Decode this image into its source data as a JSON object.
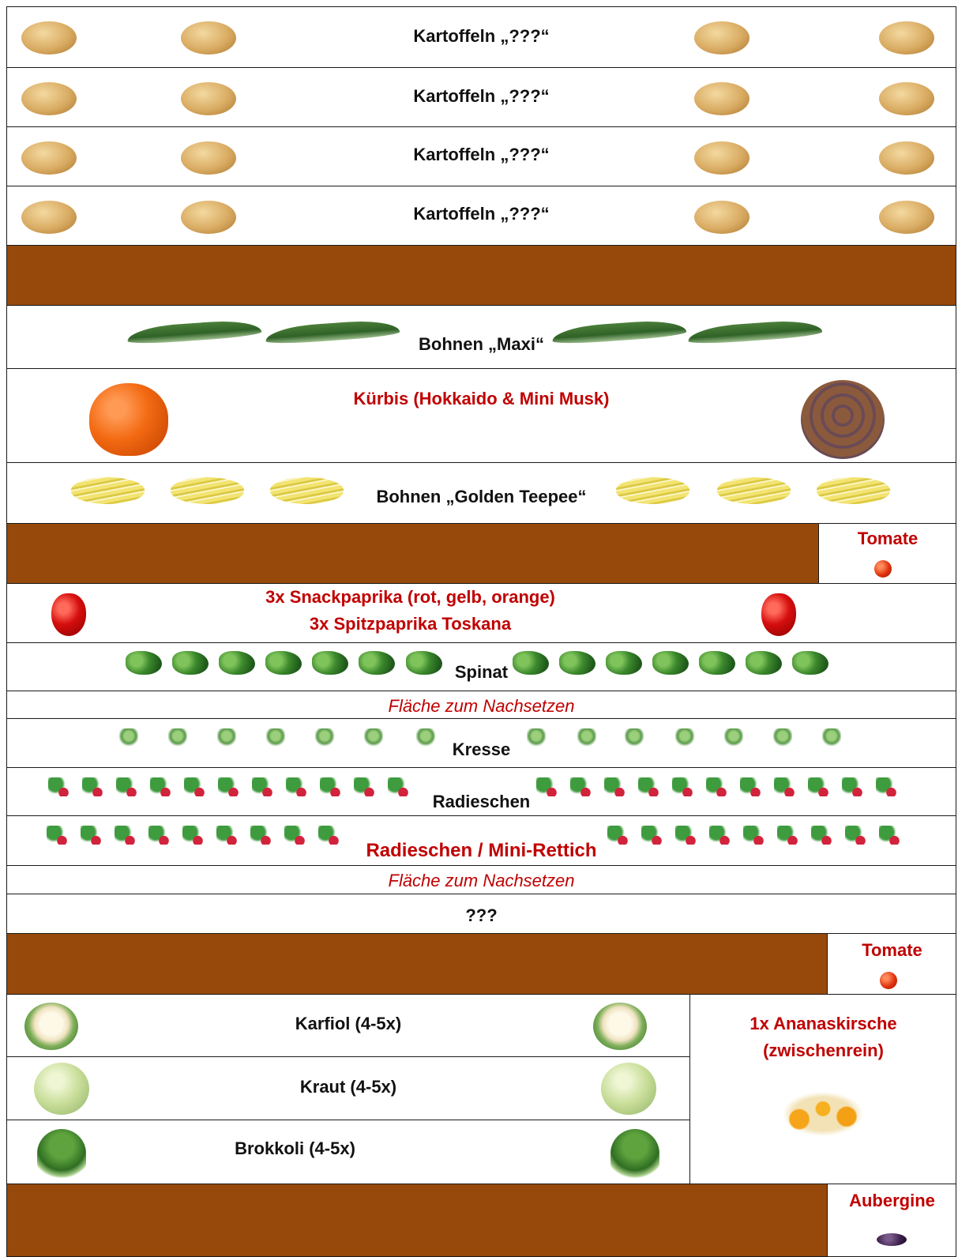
{
  "beds": {
    "kartoffeln_1": "Kartoffeln „???“",
    "kartoffeln_2": "Kartoffeln „???“",
    "kartoffeln_3": "Kartoffeln „???“",
    "kartoffeln_4": "Kartoffeln „???“",
    "bohnen_maxi": "Bohnen „Maxi“",
    "kuerbis": "Kürbis (Hokkaido & Mini Musk)",
    "bohnen_golden": "Bohnen „Golden Teepee“",
    "tomate_1": "Tomate",
    "paprika_line1": "3x Snackpaprika (rot, gelb, orange)",
    "paprika_line2": "3x Spitzpaprika Toskana",
    "spinat": "Spinat",
    "nachsetzen_1": "Fläche zum Nachsetzen",
    "kresse": "Kresse",
    "radieschen": "Radieschen",
    "radieschen_rettich": "Radieschen / Mini-Rettich",
    "nachsetzen_2": "Fläche zum Nachsetzen",
    "unknown": "???",
    "tomate_2": "Tomate",
    "karfiol": "Karfiol (4-5x)",
    "kraut": "Kraut (4-5x)",
    "brokkoli": "Brokkoli (4-5x)",
    "ananaskirsche_line1": "1x Ananaskirsche",
    "ananaskirsche_line2": "(zwischenrein)",
    "aubergine": "Aubergine"
  },
  "icons": {
    "potato": "potato-icon",
    "green_bean": "green-bean-icon",
    "yellow_bean": "yellow-bean-icon",
    "hokkaido": "hokkaido-pumpkin-icon",
    "musk": "musk-pumpkin-icon",
    "pepper": "red-pepper-icon",
    "spinach": "spinach-icon",
    "cress": "cress-icon",
    "radish": "radish-icon",
    "tomato": "tomato-icon",
    "cauliflower": "cauliflower-icon",
    "cabbage": "cabbage-icon",
    "broccoli": "broccoli-icon",
    "physalis": "physalis-icon",
    "eggplant": "eggplant-icon"
  },
  "colors": {
    "path_brown": "#96490a",
    "label_red": "#c00000",
    "label_black": "#111111"
  }
}
